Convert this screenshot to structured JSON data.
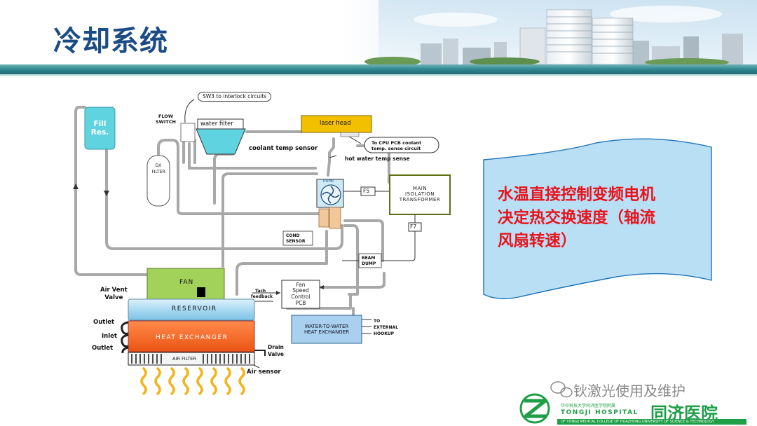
{
  "slide": {
    "title": "冷却系统",
    "callout_lines": [
      "水温直接控制变频电机",
      "决定热交换速度（轴流",
      "风扇转速）"
    ]
  },
  "diagram": {
    "fill_res": [
      "Fill",
      "Res."
    ],
    "sw3": "SW3 to interlock circuits",
    "flow_switch": [
      "FLOW",
      "SWITCH"
    ],
    "water_filter": "water filter",
    "laser_head": "laser head",
    "coolant_temp_sensor": "coolant temp sensor",
    "to_cpu": [
      "To CPU PCB coolant",
      "temp. sense circuit"
    ],
    "hot_water_temp_sense": "hot water temp sense",
    "di_filter": [
      "D/I",
      "FILTER"
    ],
    "pump": "PUMP",
    "f5": "F5",
    "f7": "F7",
    "transformer": [
      "MAIN",
      "ISOLATION",
      "TRANSFORMER"
    ],
    "cond_sensor": [
      "COND",
      "SENSOR"
    ],
    "beam_dump": [
      "BEAM",
      "DUMP"
    ],
    "fan": "FAN",
    "air_vent_valve": [
      "Air Vent",
      "Valve"
    ],
    "tach_feedback": [
      "Tach",
      "feedback"
    ],
    "fan_speed_control": [
      "Fan",
      "Speed",
      "Control",
      "PCB"
    ],
    "reservoir": "RESERVOIR",
    "heat_exchanger": "HEAT EXCHANGER",
    "air_filter": "AIR FILTER",
    "outlet": "Outlet",
    "inlet": "Inlet",
    "outlet2": "Outlet",
    "drain_valve": [
      "Drain",
      "Valve"
    ],
    "air_sensor": "Air sensor",
    "w2w": [
      "WATER-TO-WATER",
      "HEAT EXCHANGER"
    ],
    "to_external": [
      "TO",
      "EXTERNAL",
      "HOOKUP"
    ]
  },
  "footer": {
    "watermark": "钬激光使用及维护",
    "hospital_cn": "同济医院",
    "hospital_en": "TONGJI HOSPITAL",
    "hospital_sub_cn": "华中科技大学同济医学院附属",
    "hospital_sub_en": "OF TONGJI MEDICAL COLLEGE OF HUAZHONG UNIVERSITY OF SCIENCE & TECHNOLOGY"
  },
  "colors": {
    "title": "#1c4c86",
    "band": "#2f8790",
    "callout_text": "#e8141c",
    "callout_fill": "#b9dff5",
    "fill_res": "#5fd3e0",
    "fan": "#a3d25a",
    "heat_exchanger": "#f5621e",
    "laser_head": "#f3c000",
    "transformer_border": "#5c6f12",
    "w2w_fill": "#a9d0ee",
    "pipe": "#a8a8a8",
    "logo_green": "#1e9e46"
  }
}
